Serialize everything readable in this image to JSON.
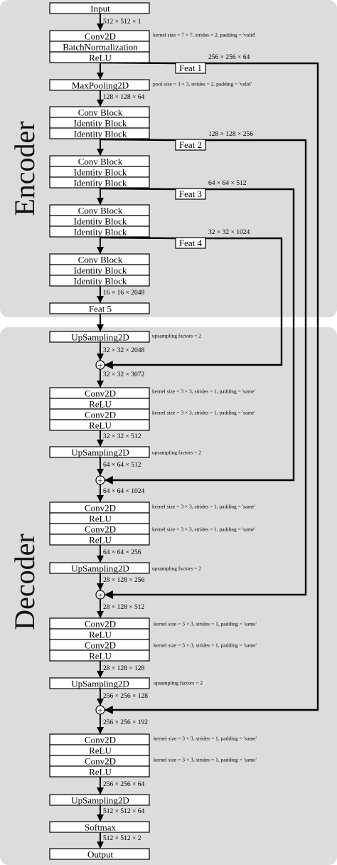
{
  "sections": {
    "encoder": "Encoder",
    "decoder": "Decoder"
  },
  "blocks": [
    {
      "id": "input",
      "lines": [
        "Input"
      ]
    },
    {
      "id": "conv-stem",
      "lines": [
        "Conv2D",
        "BatchNormalization",
        "ReLU"
      ]
    },
    {
      "id": "maxpool",
      "lines": [
        "MaxPooling2D"
      ]
    },
    {
      "id": "stage1",
      "lines": [
        "Conv Block",
        "Identity Block",
        "Identity Block"
      ]
    },
    {
      "id": "stage2",
      "lines": [
        "Conv Block",
        "Identity Block",
        "Identity Block"
      ]
    },
    {
      "id": "stage3",
      "lines": [
        "Conv Block",
        "Identity Block",
        "Identity Block"
      ]
    },
    {
      "id": "stage4",
      "lines": [
        "Conv Block",
        "Identity Block",
        "Identity Block"
      ]
    },
    {
      "id": "feat5",
      "lines": [
        "Feat 5"
      ]
    },
    {
      "id": "up1",
      "lines": [
        "UpSampling2D"
      ]
    },
    {
      "id": "dec1",
      "lines": [
        "Conv2D",
        "ReLU",
        "Conv2D",
        "ReLU"
      ]
    },
    {
      "id": "up2",
      "lines": [
        "UpSampling2D"
      ]
    },
    {
      "id": "dec2",
      "lines": [
        "Conv2D",
        "ReLU",
        "Conv2D",
        "ReLU"
      ]
    },
    {
      "id": "up3",
      "lines": [
        "UpSampling2D"
      ]
    },
    {
      "id": "dec3",
      "lines": [
        "Conv2D",
        "ReLU",
        "Conv2D",
        "ReLU"
      ]
    },
    {
      "id": "up4",
      "lines": [
        "UpSampling2D"
      ]
    },
    {
      "id": "dec4",
      "lines": [
        "Conv2D",
        "ReLU",
        "Conv2D",
        "ReLU"
      ]
    },
    {
      "id": "up5",
      "lines": [
        "UpSampling2D"
      ]
    },
    {
      "id": "softmax",
      "lines": [
        "Softmax"
      ]
    },
    {
      "id": "output",
      "lines": [
        "Output"
      ]
    }
  ],
  "dims": [
    "512 × 512 × 1",
    "128 × 128 × 64",
    "16 × 16 × 2048",
    "32 × 32 × 2048",
    "32 × 32 × 3072",
    "32 × 32 × 512",
    "64 × 64 × 512",
    "64 × 64 × 1024",
    "64 × 64 × 256",
    "28 × 128 × 256",
    "28 × 128 × 512",
    "28 × 128 × 128",
    "256 × 256 × 128",
    "256 × 256 × 192",
    "256 × 256 × 64",
    "512 × 512 × 64",
    "512 × 512 × 2"
  ],
  "notes": [
    "kernel size = 7 × 7, strides = 2, padding = 'valid'",
    "pool size = 3 × 3, strides = 2, padding = 'valid'",
    "upsampling factors = 2",
    "kernel size = 3 × 3, strides = 1, padding = 'same'",
    "kernel size = 3 × 3, strides = 1, padding = 'same'",
    "upsampling factors = 2",
    "kernel size = 3 × 3, strides = 1, padding = 'same'",
    "kernel size = 3 × 3, strides = 1, padding = 'same'",
    "upsampling factors = 2",
    "kernel size = 3 × 3, strides = 1, padding = 'same'",
    "kernel size = 3 × 3, strides = 1, padding = 'same'",
    "upsampling factors = 2",
    "kernel size = 3 × 3, strides = 1, padding = 'same'",
    "kernel size = 3 × 3, strides = 1, padding = 'same'",
    "kernel size = 3 × 3, strides = 1, padding = 'same'",
    "kernel size = 3 × 3, strides = 1, padding = 'same'"
  ],
  "feats": [
    {
      "label": "Feat 1",
      "dim": "256 × 256 × 64"
    },
    {
      "label": "Feat 2",
      "dim": "128 × 128 × 256"
    },
    {
      "label": "Feat 3",
      "dim": "64 × 64 × 512"
    },
    {
      "label": "Feat 4",
      "dim": "32 × 32 × 1024"
    }
  ],
  "plus_symbol": "+"
}
